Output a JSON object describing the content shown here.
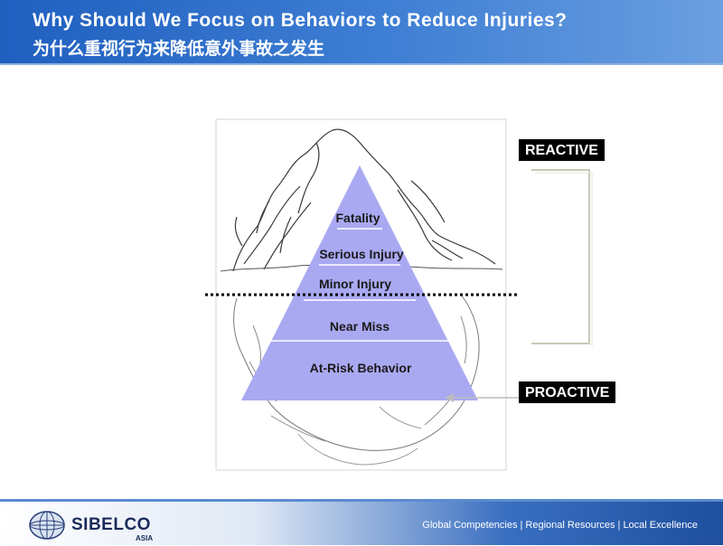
{
  "header": {
    "title_en": "Why Should We Focus on Behaviors to Reduce Injuries?",
    "title_cn": "为什么重视行为来降低意外事故之发生"
  },
  "pyramid": {
    "levels": [
      {
        "label": "Fatality"
      },
      {
        "label": "Serious Injury"
      },
      {
        "label": "Minor Injury"
      },
      {
        "label": "Near Miss"
      },
      {
        "label": "At-Risk Behavior"
      }
    ],
    "color": "#a9a9f2"
  },
  "labels": {
    "reactive": "REACTIVE",
    "proactive": "PROACTIVE"
  },
  "footer": {
    "logo_name": "SIBELCO",
    "logo_sub": "ASIA",
    "tagline": "Global  Competencies  |  Regional Resources  |  Local Excellence"
  },
  "colors": {
    "header_blue": "#2e6fcc",
    "pyramid_fill": "#a9a9f2",
    "tag_bg": "#000000"
  }
}
